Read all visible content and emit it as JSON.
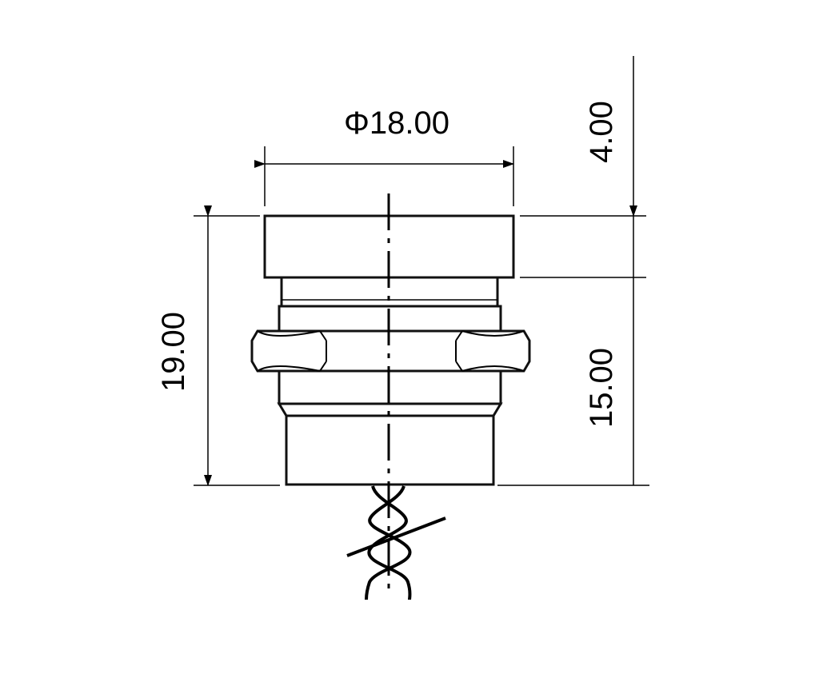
{
  "dimensions": {
    "diameter": "Φ18.00",
    "cap_height": "4.00",
    "total_height": "19.00",
    "body_height": "15.00"
  }
}
